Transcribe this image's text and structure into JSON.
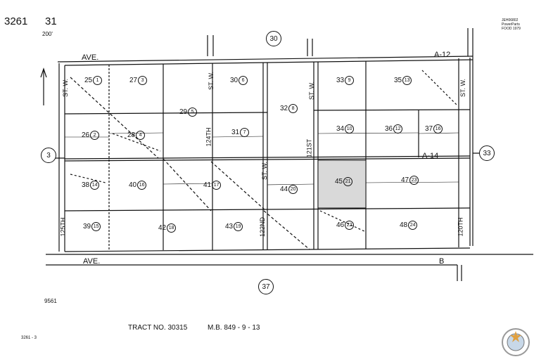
{
  "header": {
    "book": "3261",
    "page": "31",
    "scale": "200'",
    "corner_note": [
      "JEH06802",
      "PowerParts",
      "FOOD 1979"
    ]
  },
  "sheet_refs": {
    "top": "30",
    "left": "3",
    "right": "33",
    "bottom": "37"
  },
  "streets": {
    "top_ave": "AVE.",
    "top_a12": "A-12",
    "mid_a14": "A-14",
    "bottom_ave": "AVE.",
    "bottom_b": "B",
    "col1": "ST. W.",
    "col1_bottom": "125TH",
    "col2": "ST. W.",
    "col2_bottom": "124TH",
    "col3": "ST. W.",
    "col3_bottom": "122ND",
    "col4": "ST. W.",
    "col4_bottom": "121ST",
    "col5": "ST. W.",
    "col5_bottom": "120TH"
  },
  "lots": [
    {
      "num": "25",
      "sub": "1"
    },
    {
      "num": "27",
      "sub": "3"
    },
    {
      "num": "29",
      "sub": "5"
    },
    {
      "num": "30",
      "sub": "6"
    },
    {
      "num": "32",
      "sub": "8"
    },
    {
      "num": "33",
      "sub": "9"
    },
    {
      "num": "35",
      "sub": "13"
    },
    {
      "num": "26",
      "sub": "2"
    },
    {
      "num": "28",
      "sub": "4"
    },
    {
      "num": "31",
      "sub": "7"
    },
    {
      "num": "34",
      "sub": "10"
    },
    {
      "num": "36",
      "sub": "12"
    },
    {
      "num": "37",
      "sub": "16"
    },
    {
      "num": "38",
      "sub": "14"
    },
    {
      "num": "40",
      "sub": "16"
    },
    {
      "num": "41",
      "sub": "17"
    },
    {
      "num": "44",
      "sub": "20"
    },
    {
      "num": "45",
      "sub": "21"
    },
    {
      "num": "47",
      "sub": "23"
    },
    {
      "num": "39",
      "sub": "15"
    },
    {
      "num": "42",
      "sub": "18"
    },
    {
      "num": "43",
      "sub": "19"
    },
    {
      "num": "46",
      "sub": "22"
    },
    {
      "num": "48",
      "sub": "24"
    }
  ],
  "footer": {
    "left_ref": "9561",
    "bottom_left": "3261 - 3",
    "tract": "TRACT NO. 30315",
    "mb": "M.B. 849 - 9 - 13"
  },
  "colors": {
    "ink": "#111111",
    "highlight": "#d9d9d9"
  }
}
